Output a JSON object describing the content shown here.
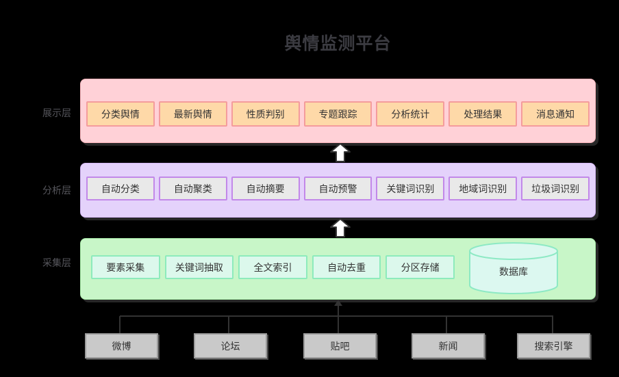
{
  "title": "舆情监测平台",
  "layers": {
    "display": {
      "label": "展示层",
      "items": [
        "分类舆情",
        "最新舆情",
        "性质判别",
        "专题跟踪",
        "分析统计",
        "处理结果",
        "消息通知"
      ]
    },
    "analysis": {
      "label": "分析层",
      "items": [
        "自动分类",
        "自动聚类",
        "自动摘要",
        "自动预警",
        "关键词识别",
        "地域词识别",
        "垃圾词识别"
      ]
    },
    "collection": {
      "label": "采集层",
      "items": [
        "要素采集",
        "关键词抽取",
        "全文索引",
        "自动去重",
        "分区存储"
      ],
      "database": "数据库"
    }
  },
  "sources": [
    "微博",
    "论坛",
    "贴吧",
    "新闻",
    "搜索引擎"
  ],
  "colors": {
    "background": "#000000",
    "title_text": "#3b3b41",
    "layer_label_text": "#56565c",
    "node_text": "#333333",
    "display_container": "#ffd1d7",
    "display_box_fill": "#fed9a8",
    "display_box_border": "#f49c9c",
    "analysis_container": "#e4d2fb",
    "analysis_box_fill": "#e9e9e9",
    "analysis_box_border": "#c288e9",
    "collection_container": "#c8f6c8",
    "collection_box_fill": "#dcf8ec",
    "collection_box_border": "#8debbc",
    "database_fill": "#dcf8f0",
    "database_border": "#8de9c4",
    "source_box_fill": "#c9c9c9",
    "source_box_border": "#9b9b9b",
    "connector_line": "#333333",
    "block_arrow_fill": "#ffffff",
    "block_arrow_stroke": "#333333"
  }
}
